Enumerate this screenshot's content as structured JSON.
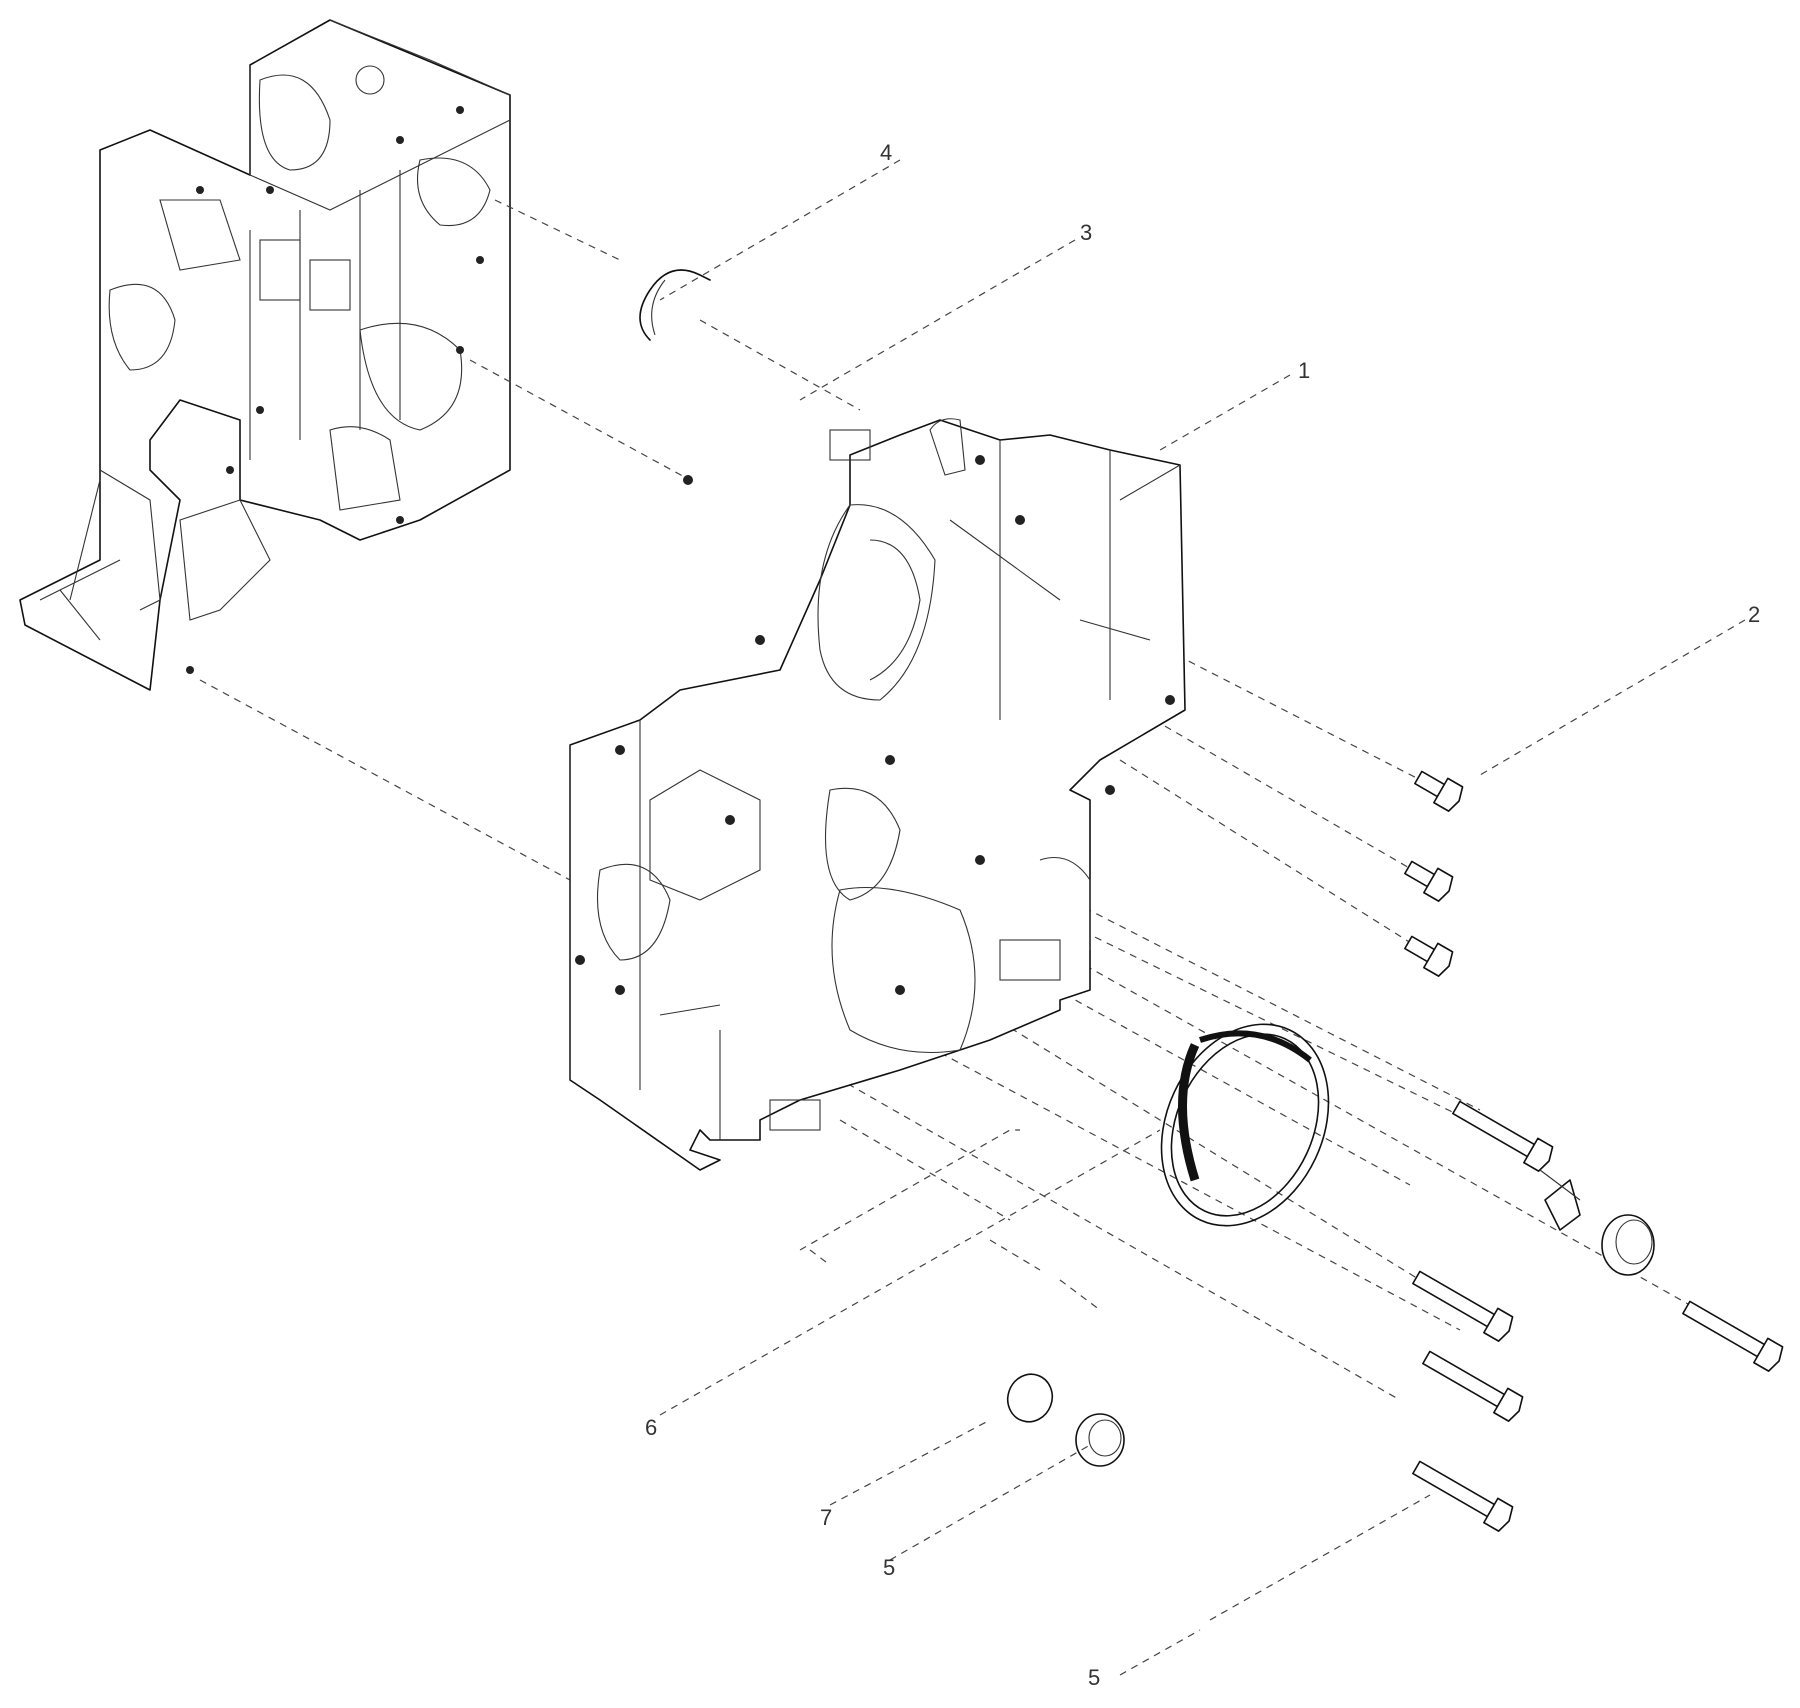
{
  "callouts": [
    {
      "id": "c1",
      "label": "1"
    },
    {
      "id": "c2",
      "label": "2"
    },
    {
      "id": "c3",
      "label": "3"
    },
    {
      "id": "c4",
      "label": "4"
    },
    {
      "id": "c5a",
      "label": "5"
    },
    {
      "id": "c5b",
      "label": "5"
    },
    {
      "id": "c6",
      "label": "6"
    },
    {
      "id": "c7",
      "label": "7"
    }
  ]
}
